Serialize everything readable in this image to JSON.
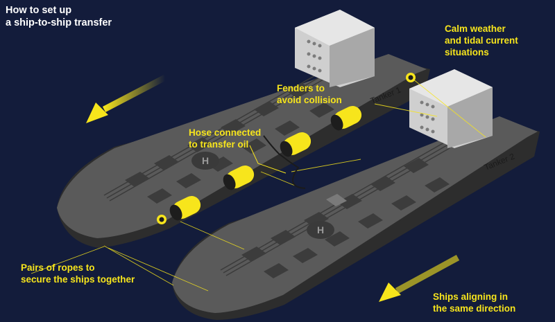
{
  "title": {
    "line1": "How to set up",
    "line2": "a ship-to-ship transfer"
  },
  "annotations": {
    "calm_weather": [
      "Calm weather",
      "and tidal current",
      "situations"
    ],
    "fenders": [
      "Fenders to",
      "avoid collision"
    ],
    "hose": [
      "Hose connected",
      "to transfer oil"
    ],
    "ropes": [
      "Pairs of ropes to",
      "secure the ships together"
    ],
    "aligning": [
      "Ships aligning in",
      "the same direction"
    ]
  },
  "ships": {
    "tanker1": "Tanker 1",
    "tanker2": "Tanker 2"
  },
  "colors": {
    "background": "#131c3b",
    "accent_yellow": "#f7e51c",
    "hull_dark": "#2b2b2b",
    "deck_gray": "#555555",
    "superstructure": "#b9b9b9"
  },
  "icons": [
    "helipad-icon",
    "direction-arrow-icon"
  ]
}
